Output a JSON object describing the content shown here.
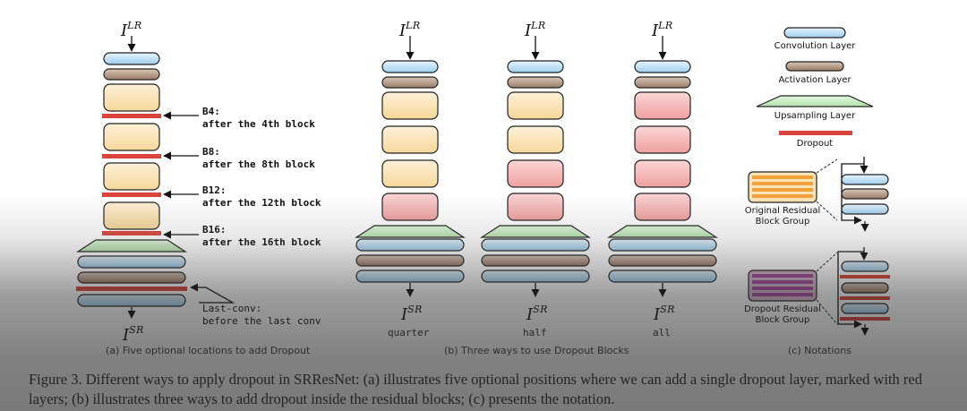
{
  "inputs": {
    "lr_base": "I",
    "lr_sup": "LR",
    "sr_base": "I",
    "sr_sup": "SR"
  },
  "panel_a": {
    "annotations": [
      {
        "id": "B4",
        "line1": "B4:",
        "line2": "after the 4th block"
      },
      {
        "id": "B8",
        "line1": "B8:",
        "line2": "after the 8th block"
      },
      {
        "id": "B12",
        "line1": "B12:",
        "line2": "after the 12th block"
      },
      {
        "id": "B16",
        "line1": "B16:",
        "line2": "after the 16th block"
      },
      {
        "id": "last",
        "line1": "Last-conv:",
        "line2": "before the last conv"
      }
    ],
    "subtitle": "(a) Five optional locations to add Dropout"
  },
  "panel_b": {
    "labels": [
      "quarter",
      "half",
      "all"
    ],
    "subtitle": "(b) Three ways to use Dropout Blocks"
  },
  "panel_c": {
    "legend": {
      "conv": "Convolution Layer",
      "act": "Activation Layer",
      "up": "Upsampling Layer",
      "drop": "Dropout"
    },
    "orig_group_l1": "Original Residual",
    "orig_group_l2": "Block Group",
    "drop_group_l1": "Dropout Residual",
    "drop_group_l2": "Block Group",
    "subtitle": "(c) Notations"
  },
  "caption": "Figure 3. Different ways to apply dropout in SRResNet: (a) illustrates five optional positions where we can add a single dropout layer, marked with red layers; (b) illustrates three ways to add dropout inside the residual blocks; (c) presents the notation.",
  "colors": {
    "conv": "#b9dcf2",
    "act": "#b59a85",
    "block": "#fae2b0",
    "block_dropout": "#f4b4b4",
    "up": "#c6ebc0",
    "dropout": "#d9443a"
  }
}
